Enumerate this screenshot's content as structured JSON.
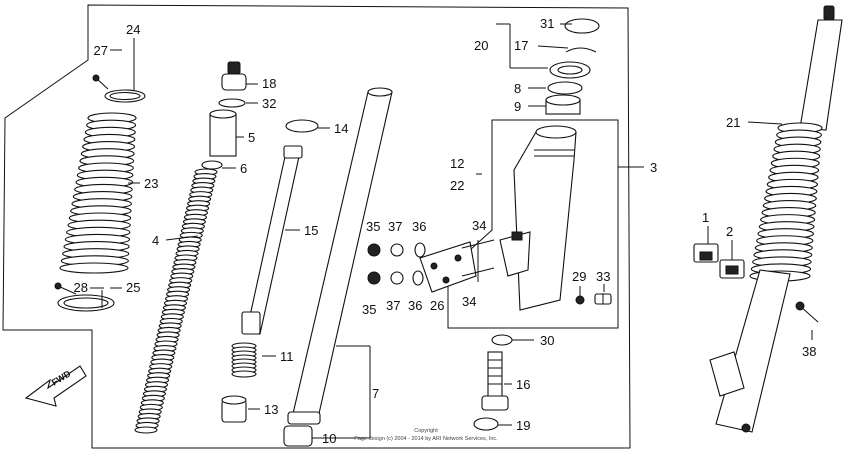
{
  "callouts": {
    "c1": "1",
    "c2": "2",
    "c3": "3",
    "c4": "4",
    "c5": "5",
    "c6": "6",
    "c7": "7",
    "c8": "8",
    "c9": "9",
    "c10": "10",
    "c11": "11",
    "c12": "12",
    "c13": "13",
    "c14": "14",
    "c15": "15",
    "c16": "16",
    "c17": "17",
    "c18": "18",
    "c19": "19",
    "c20": "20",
    "c21": "21",
    "c22": "22",
    "c23": "23",
    "c24": "24",
    "c25": "25",
    "c26": "26",
    "c27": "27",
    "c28": "28",
    "c29": "29",
    "c30": "30",
    "c31": "31",
    "c32": "32",
    "c33": "33",
    "c34a": "34",
    "c34b": "34",
    "c35a": "35",
    "c35b": "35",
    "c36a": "36",
    "c36b": "36",
    "c37a": "37",
    "c37b": "37",
    "c38": "38"
  },
  "fwd_label": "FWD",
  "copyright_line1": "Copyright",
  "copyright_line2": "Page design (c) 2004 - 2014 by ARI Network Services, Inc."
}
